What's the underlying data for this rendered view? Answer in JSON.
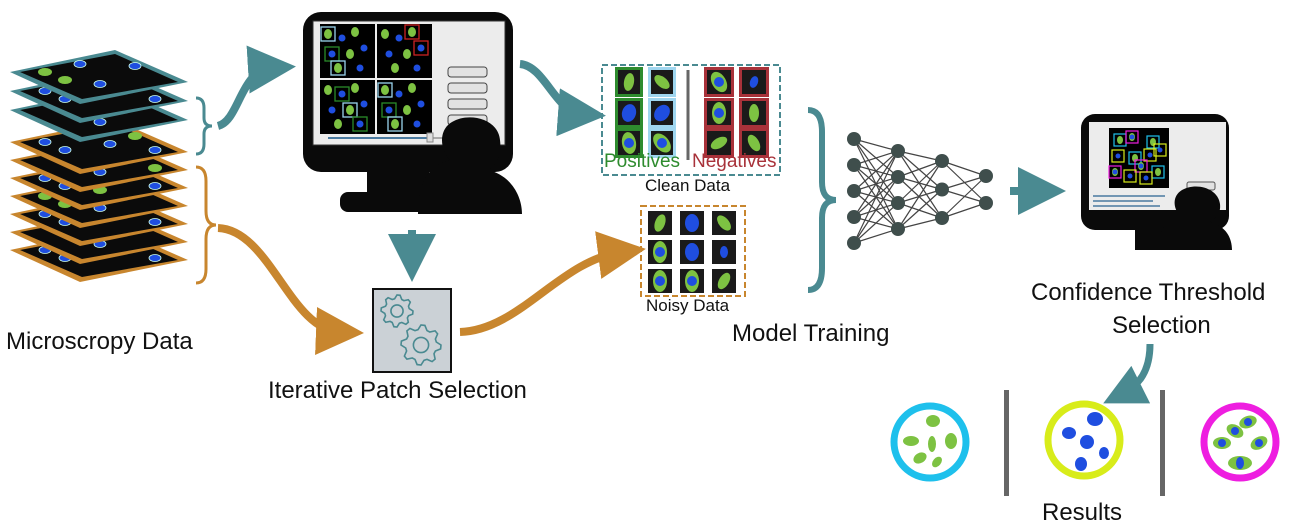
{
  "colors": {
    "teal": "#4a8a91",
    "orange": "#c8862e",
    "positive_green": "#2e8b2e",
    "negative_red": "#a8323a",
    "cell_green": "#7dc242",
    "cell_blue": "#1f4ee0",
    "cyan_ring": "#1ec0ec",
    "yellow_ring": "#d8ec1a",
    "magenta_ring": "#ee1ee0",
    "node": "#3f4e4c",
    "monitor": "#0a0a0a",
    "screen": "#ececec",
    "gear_box": "#cbd1d6"
  },
  "stages": {
    "microscopy": {
      "label": "Microscropy Data",
      "icon": "image-stack-icon"
    },
    "annotation": {
      "icon": "monitor-user-icon"
    },
    "patch_selection": {
      "label": "Iterative Patch Selection",
      "icon": "gears-icon"
    },
    "clean_data": {
      "label": "Clean Data",
      "positives_label": "Positives",
      "negatives_label": "Negatives"
    },
    "noisy_data": {
      "label": "Noisy Data"
    },
    "model_training": {
      "label": "Model Training",
      "icon": "neural-network-icon"
    },
    "threshold": {
      "label_line1": "Confidence Threshold",
      "label_line2": "Selection",
      "icon": "monitor-user-icon"
    },
    "results": {
      "label": "Results",
      "items": [
        "green-cells-result",
        "blue-nuclei-result",
        "cells-with-nuclei-result"
      ]
    }
  },
  "network": {
    "layers": [
      5,
      4,
      3,
      2
    ]
  }
}
